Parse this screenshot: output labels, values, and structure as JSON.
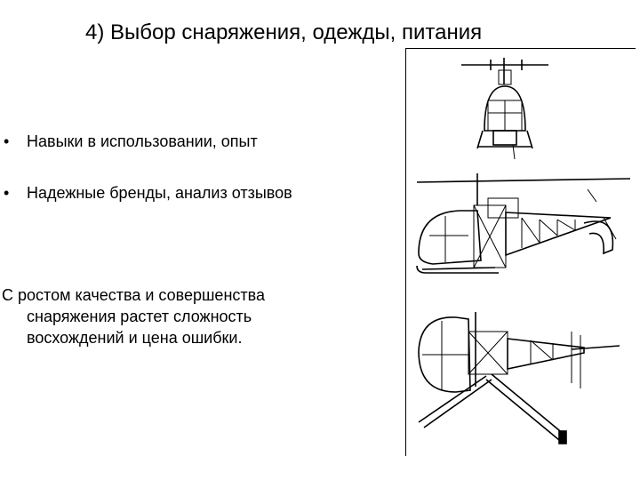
{
  "slide": {
    "title": "4) Выбор снаряжения, одежды, питания",
    "bullets": [
      {
        "marker": "•",
        "text": "Навыки в использовании, опыт"
      },
      {
        "marker": "•",
        "text": "Надежные бренды, анализ отзывов"
      }
    ],
    "paragraph": {
      "line1": "С ростом качества и совершенства",
      "line2": "снаряжения растет сложность",
      "line3": "восхождений и цена ошибки."
    },
    "figure": {
      "views": [
        "helicopter-front-view-icon",
        "helicopter-side-view-icon",
        "helicopter-top-view-icon"
      ]
    }
  }
}
